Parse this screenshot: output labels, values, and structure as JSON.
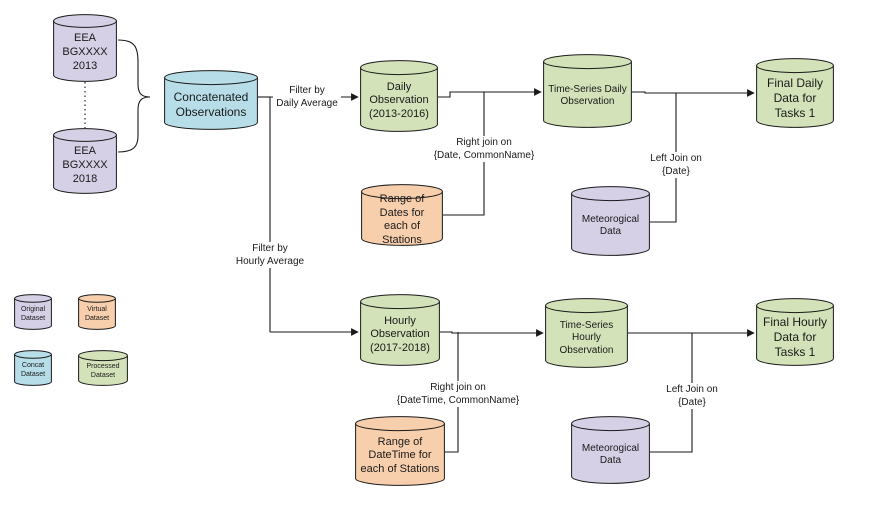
{
  "colors": {
    "original": "#d5d0e6",
    "virtual": "#f7cfad",
    "concat": "#b7dde8",
    "processed": "#d3e2b9",
    "stroke": "#1a1a1a"
  },
  "nodes": {
    "eea2013": "EEA\nBGXXXX\n2013",
    "eea2018": "EEA\nBGXXXX\n2018",
    "concat": "Concatenated\nObservations",
    "daily_obs": "Daily\nObservation\n(2013-2016)",
    "ts_daily": "Time-Series Daily\nObservation",
    "final_daily": "Final Daily\nData for\nTasks 1",
    "range_dates": "Range of\nDates for\neach of\nStations",
    "meteo1": "Meteorogical\nData",
    "hourly_obs": "Hourly\nObservation\n(2017-2018)",
    "ts_hourly": "Time-Series\nHourly\nObservation",
    "final_hourly": "Final Hourly\nData for\nTasks 1",
    "range_datetime": "Range of\nDateTime for\neach of Stations",
    "meteo2": "Meteorogical\nData"
  },
  "edge_labels": {
    "filter_daily": "Filter by\nDaily Average",
    "filter_hourly": "Filter by\nHourly Average",
    "right_join_daily": "Right join on\n{Date, CommonName}",
    "left_join_daily": "Left Join on\n{Date}",
    "right_join_hourly": "Right join on\n{DateTime, CommonName}",
    "left_join_hourly": "Left Join on\n{Date}"
  },
  "legend": {
    "original": "Original\nDataset",
    "virtual": "Virtual\nDataset",
    "concat": "Concat\nDataset",
    "processed": "Processed\nDataset"
  }
}
